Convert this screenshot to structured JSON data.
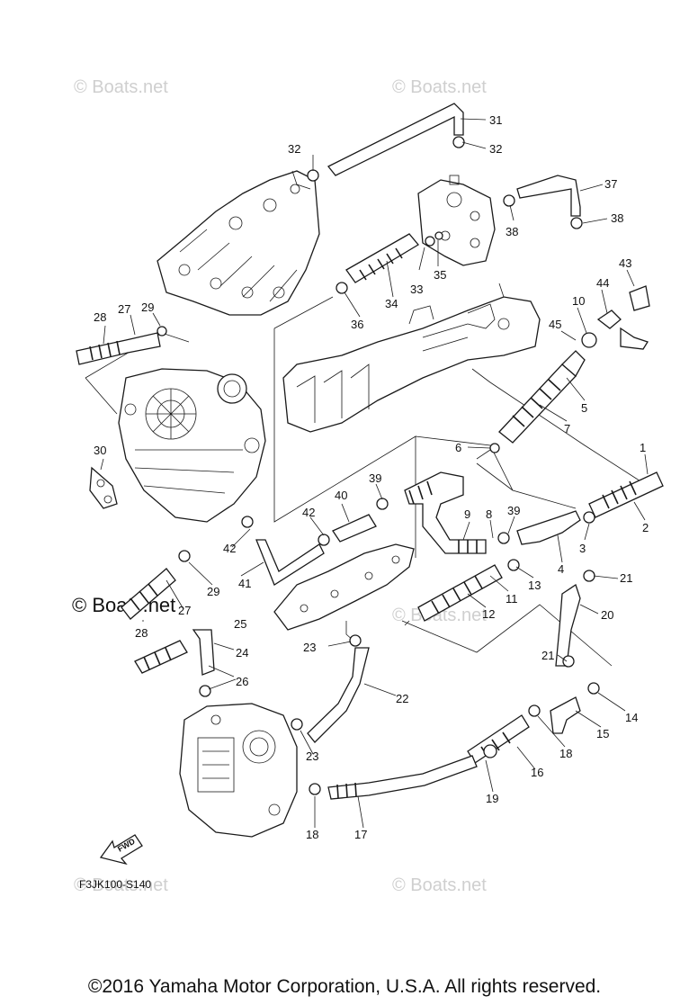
{
  "watermark": "© Boats.net",
  "diagram_code": "F3JK100-S140",
  "fwd_label": "FWD",
  "copyright": "©2016 Yamaha Motor Corporation, U.S.A. All rights reserved.",
  "callouts": [
    "1",
    "2",
    "3",
    "4",
    "5",
    "6",
    "7",
    "8",
    "9",
    "10",
    "11",
    "12",
    "13",
    "14",
    "15",
    "16",
    "17",
    "18",
    "19",
    "20",
    "21",
    "22",
    "23",
    "24",
    "25",
    "26",
    "27",
    "28",
    "29",
    "30",
    "31",
    "32",
    "33",
    "34",
    "35",
    "36",
    "37",
    "38",
    "39",
    "40",
    "41",
    "42",
    "43",
    "44",
    "45"
  ]
}
